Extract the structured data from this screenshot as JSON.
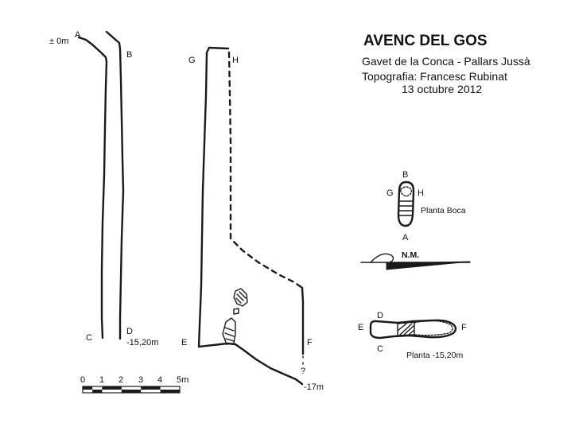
{
  "header": {
    "title": "AVENC DEL GOS",
    "location": "Gavet de la Conca - Pallars Jussà",
    "author": "Topografia: Francesc Rubinat",
    "date": "13 octubre 2012"
  },
  "section_left": {
    "depth_top": "± 0m",
    "point_a": "A",
    "point_b": "B",
    "point_c": "C",
    "point_d": "D",
    "depth_bottom": "-15,20m"
  },
  "section_right": {
    "point_g": "G",
    "point_h": "H",
    "point_e": "E",
    "point_f": "F",
    "unknown_mark": "?",
    "depth_bottom": "-17m"
  },
  "plan_mouth": {
    "label": "Planta Boca",
    "point_b": "B",
    "point_g": "G",
    "point_h": "H",
    "point_a": "A"
  },
  "north_arrow": {
    "label": "N.M."
  },
  "plan_bottom": {
    "label": "Planta -15,20m",
    "point_d": "D",
    "point_e": "E",
    "point_f": "F",
    "point_c": "C"
  },
  "scale_bar": {
    "ticks": [
      "0",
      "1",
      "2",
      "3",
      "4",
      "5m"
    ]
  }
}
